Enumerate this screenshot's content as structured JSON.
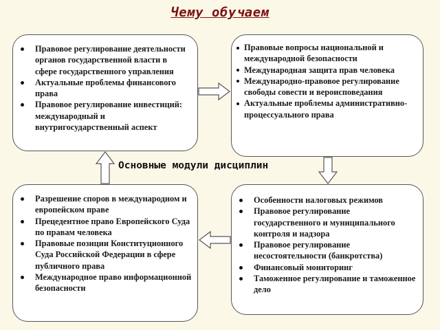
{
  "title": "Чему обучаем",
  "center_label": "Основные модули дисциплин",
  "boxes": {
    "top_left": {
      "items": [
        "Правовое регулирование деятельности органов государственной власти в сфере государственного управления",
        "Актуальные проблемы финансового права",
        "Правовое регулирование инвестиций: международный и внутригосударственный аспект"
      ]
    },
    "top_right": {
      "items": [
        "Правовые вопросы национальной и международной безопасности",
        " Международная защита прав человека",
        "Международно-правовое регулирование свободы совести и вероисповедания",
        "Актуальные проблемы административно-процессуального права"
      ]
    },
    "bottom_left": {
      "items": [
        "Разрешение споров в международном и европейском праве",
        "Прецедентное право Европейского Суда по правам человека",
        " Правовые позиции Конституционного Суда Российской Федерации в сфере публичного права",
        " Международное право информационной безопасности"
      ]
    },
    "bottom_right": {
      "items": [
        "Особенности налоговых режимов",
        "Правовое регулирование государственного и муниципального контроля и надзора",
        "Правовое регулирование несостоятельности (банкротства)",
        "Финансовый мониторинг",
        "Таможенное регулирование и таможенное дело"
      ]
    }
  },
  "colors": {
    "title": "#7b1212",
    "background": "#fcf8e8",
    "box_fill": "#ffffff",
    "box_border": "#555555",
    "arrow_fill": "#ffffff",
    "arrow_stroke": "#555555"
  }
}
